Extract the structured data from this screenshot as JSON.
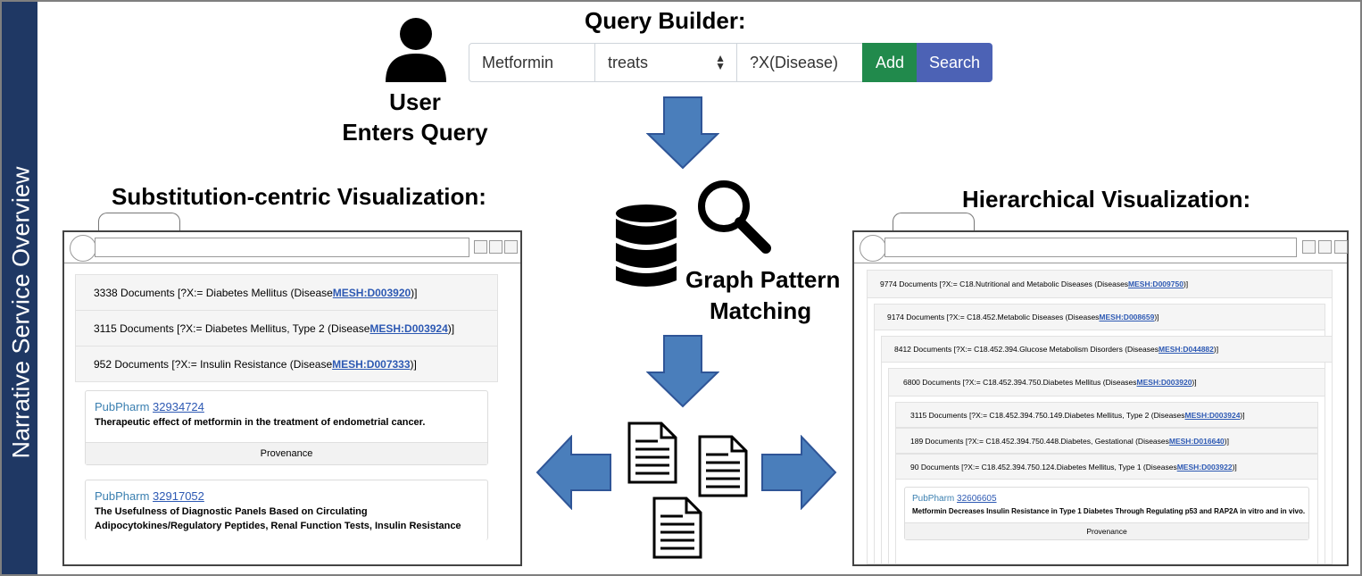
{
  "sidebar": {
    "label": "Narrative Service Overview"
  },
  "query_builder": {
    "title": "Query Builder:",
    "subject": "Metformin",
    "predicate": "treats",
    "object": "?X(Disease)",
    "add_label": "Add",
    "search_label": "Search"
  },
  "user": {
    "line1": "User",
    "line2": "Enters Query"
  },
  "graph": {
    "line1": "Graph Pattern",
    "line2": "Matching"
  },
  "substitution": {
    "title": "Substitution-centric Visualization:",
    "rows": [
      {
        "text": "3338 Documents [?X:= Diabetes Mellitus (Disease ",
        "link": "MESH:D003920",
        "end": " )]"
      },
      {
        "text": "3115 Documents [?X:= Diabetes Mellitus, Type 2 (Disease ",
        "link": "MESH:D003924",
        "end": " )]"
      },
      {
        "text": "952 Documents [?X:= Insulin Resistance (Disease ",
        "link": "MESH:D007333",
        "end": " )]"
      }
    ],
    "card1": {
      "logo": "PubPharm",
      "pmid": "32934724",
      "title": "Therapeutic effect of metformin in the treatment of endometrial cancer.",
      "provenance": "Provenance"
    },
    "card2": {
      "logo": "PubPharm",
      "pmid": "32917052",
      "title_line1": "The Usefulness of Diagnostic Panels Based on Circulating",
      "title_line2": "Adipocytokines/Regulatory Peptides, Renal Function Tests, Insulin Resistance"
    }
  },
  "hierarchical": {
    "title": "Hierarchical Visualization:",
    "rows": [
      {
        "text": "9774 Documents [?X:= C18.Nutritional and Metabolic Diseases (Diseases ",
        "link": "MESH:D009750",
        "end": " )]"
      },
      {
        "text": "9174 Documents [?X:= C18.452.Metabolic Diseases (Diseases ",
        "link": "MESH:D008659",
        "end": " )]"
      },
      {
        "text": "8412 Documents [?X:= C18.452.394.Glucose Metabolism Disorders (Diseases ",
        "link": "MESH:D044882",
        "end": " )]"
      },
      {
        "text": "6800 Documents [?X:= C18.452.394.750.Diabetes Mellitus (Diseases ",
        "link": "MESH:D003920",
        "end": " )]"
      },
      {
        "text": "3115 Documents [?X:= C18.452.394.750.149.Diabetes Mellitus, Type 2 (Diseases ",
        "link": "MESH:D003924",
        "end": " )]"
      },
      {
        "text": "189 Documents [?X:= C18.452.394.750.448.Diabetes, Gestational (Diseases ",
        "link": "MESH:D016640",
        "end": " )]"
      },
      {
        "text": "90 Documents [?X:= C18.452.394.750.124.Diabetes Mellitus, Type 1 (Diseases ",
        "link": "MESH:D003922",
        "end": " )]"
      }
    ],
    "card": {
      "logo": "PubPharm",
      "pmid": "32606605",
      "title": "Metformin Decreases Insulin Resistance in Type 1 Diabetes Through Regulating p53 and RAP2A in vitro and in vivo.",
      "provenance": "Provenance"
    }
  },
  "colors": {
    "sidebar": "#1f3864",
    "arrow": "#4a7ebb",
    "add": "#218a4c",
    "search": "#4c62b5",
    "link": "#2d59b3"
  }
}
